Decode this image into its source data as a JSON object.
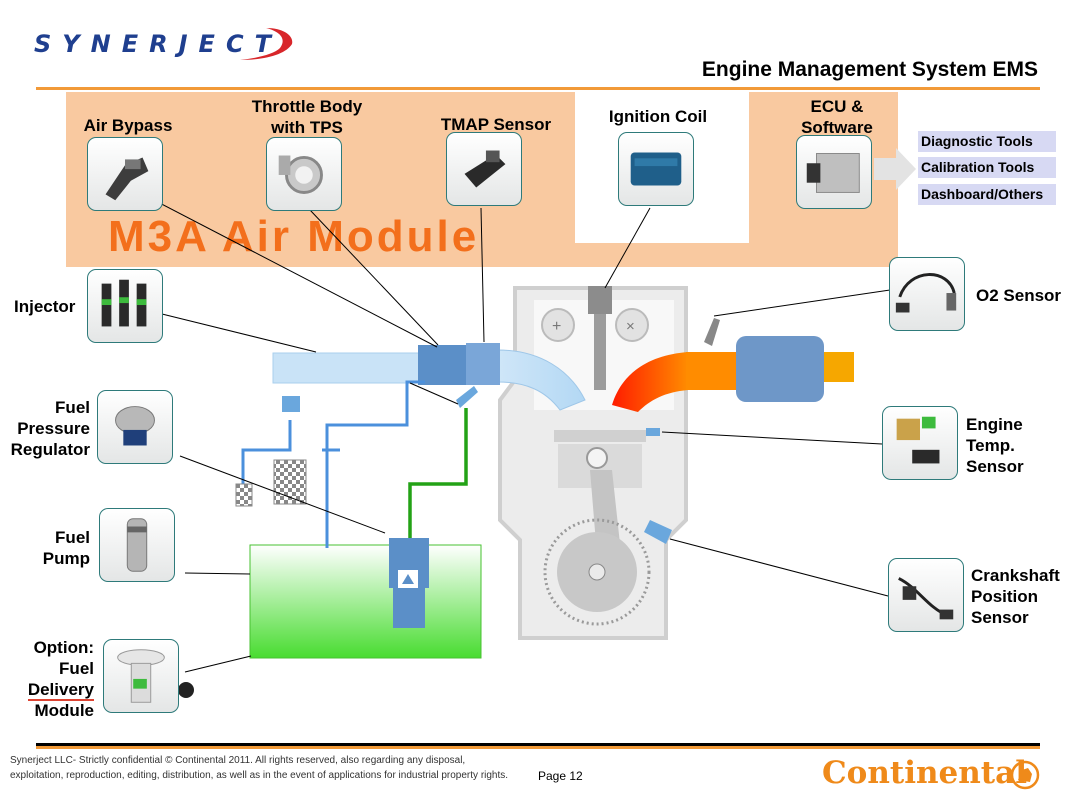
{
  "header": {
    "logo_text": "SYNERJECT",
    "title": "Engine Management System EMS"
  },
  "air_module": {
    "title": "M3A Air Module",
    "components": {
      "air_bypass": "Air Bypass",
      "throttle_body_line1": "Throttle Body",
      "throttle_body_line2": "with TPS",
      "tmap": "TMAP Sensor",
      "ignition_coil": "Ignition Coil",
      "ecu_line1": "ECU &",
      "ecu_line2": "Software"
    }
  },
  "tools": [
    "Diagnostic Tools",
    "Calibration Tools",
    "Dashboard/Others"
  ],
  "left_components": {
    "injector": "Injector",
    "fpr": [
      "Fuel",
      "Pressure",
      "Regulator"
    ],
    "fuel_pump": [
      "Fuel",
      "Pump"
    ],
    "fdm": [
      "Option:",
      "Fuel",
      "Delivery",
      "Module"
    ]
  },
  "right_components": {
    "o2": "O2 Sensor",
    "engine_temp": [
      "Engine",
      "Temp.",
      "Sensor"
    ],
    "crankshaft": [
      "Crankshaft",
      "Position",
      "Sensor"
    ]
  },
  "footer": {
    "confidential": "Synerject LLC- Strictly confidential © Continental 2011. All rights reserved, also regarding any disposal, exploitation, reproduction, editing, distribution, as well as in the event of applications for industrial property rights.",
    "page": "Page 12",
    "brand": "Continental"
  },
  "colors": {
    "accent_orange": "#f29a38",
    "module_fill": "#f9c9a0",
    "module_title": "#f36f1c",
    "tool_fill": "#d7d9f3",
    "logo_blue": "#1f3f8f"
  }
}
